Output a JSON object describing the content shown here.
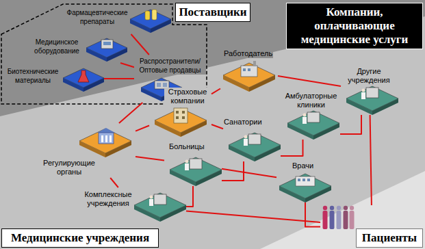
{
  "diagram": {
    "nodes": [
      {
        "text": [
          "Поставщики"
        ]
      },
      {
        "text": [
          "Компании, оплачивающие медицинские услуги"
        ]
      },
      {
        "text": [
          "Фармацевтические препараты"
        ]
      },
      {
        "text": [
          "Медицинское оборудование"
        ]
      },
      {
        "text": [
          "Биотехнические материалы"
        ]
      },
      {
        "text": [
          "Распространители/ Оптовые продавцы"
        ]
      },
      {
        "text": [
          "Работодатель"
        ]
      },
      {
        "text": [
          "Страховые компании"
        ]
      },
      {
        "text": [
          "Другие учреждения"
        ]
      },
      {
        "text": [
          "Амбулаторные клиники"
        ]
      },
      {
        "text": [
          "Санатории"
        ]
      },
      {
        "text": [
          "Регулирующие органы"
        ]
      },
      {
        "text": [
          "Больницы"
        ]
      },
      {
        "text": [
          "Врачи"
        ]
      },
      {
        "text": [
          "Комплексные учреждения"
        ]
      },
      {
        "text": [
          "Медицинские учреждения"
        ]
      },
      {
        "text": [
          "Пациенты"
        ]
      }
    ],
    "edges": [
      {
        "from": 2,
        "to": 5,
        "arrow": "none"
      },
      {
        "from": 3,
        "to": 5,
        "arrow": "none"
      },
      {
        "from": 4,
        "to": 5,
        "arrow": "none"
      },
      {
        "from": 5,
        "to": 11,
        "arrow": "none"
      },
      {
        "from": 6,
        "to": 7,
        "arrow": "none"
      },
      {
        "from": 6,
        "to": 8,
        "arrow": "none"
      },
      {
        "from": 7,
        "to": 11,
        "arrow": "none"
      },
      {
        "from": 7,
        "to": 10,
        "arrow": "none"
      },
      {
        "from": 11,
        "to": 12,
        "arrow": "none"
      },
      {
        "from": 11,
        "to": 14,
        "arrow": "none"
      },
      {
        "from": 12,
        "to": 10,
        "arrow": "none"
      },
      {
        "from": 12,
        "to": 14,
        "arrow": "none"
      },
      {
        "from": 12,
        "to": 13,
        "arrow": "none"
      },
      {
        "from": 10,
        "to": 9,
        "arrow": "none"
      },
      {
        "from": 9,
        "to": 8,
        "arrow": "none"
      },
      {
        "from": 13,
        "to": 16,
        "arrow": "none"
      },
      {
        "from": 14,
        "to": 16,
        "arrow": "none"
      },
      {
        "from": 8,
        "to": 16,
        "arrow": "none"
      }
    ]
  }
}
